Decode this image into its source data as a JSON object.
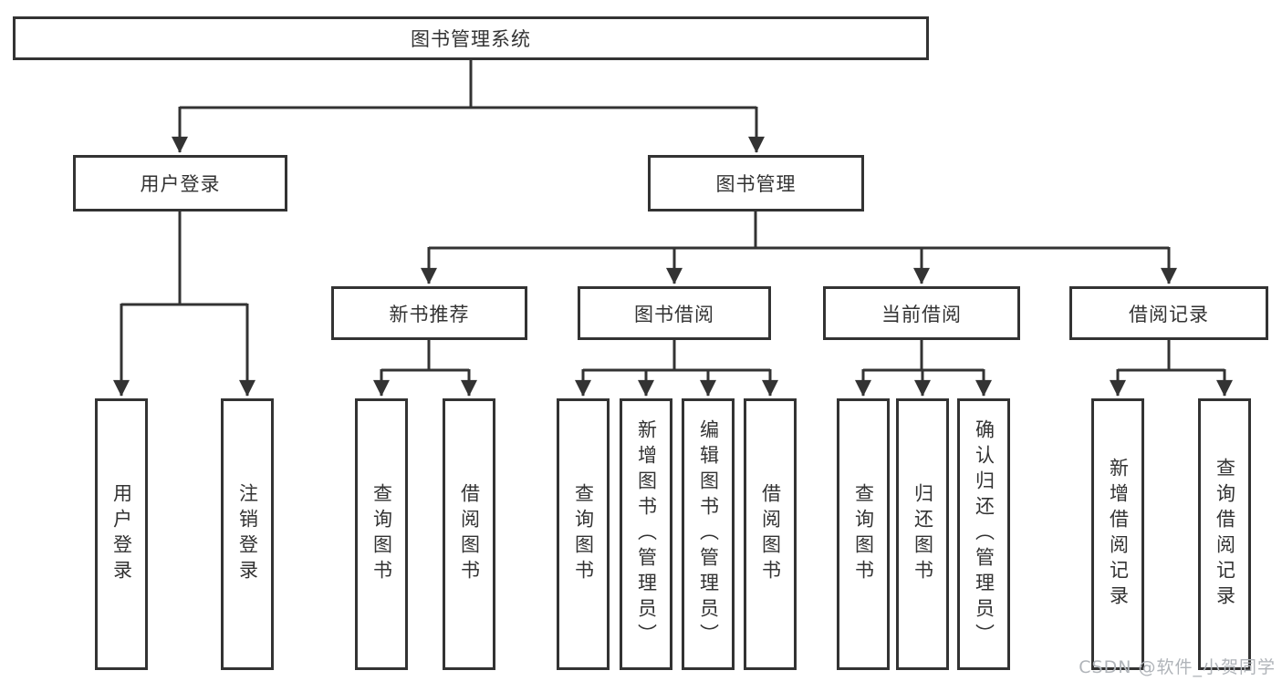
{
  "root": {
    "label": "图书管理系统"
  },
  "level2": [
    {
      "label": "用户登录",
      "children": [
        {
          "label": "用户登录"
        },
        {
          "label": "注销登录"
        }
      ]
    },
    {
      "label": "图书管理",
      "children": [
        {
          "label": "新书推荐",
          "children": [
            {
              "label": "查询图书"
            },
            {
              "label": "借阅图书"
            }
          ]
        },
        {
          "label": "图书借阅",
          "children": [
            {
              "label": "查询图书"
            },
            {
              "label": "新增图书（管理员）"
            },
            {
              "label": "编辑图书（管理员）"
            },
            {
              "label": "借阅图书"
            }
          ]
        },
        {
          "label": "当前借阅",
          "children": [
            {
              "label": "查询图书"
            },
            {
              "label": "归还图书"
            },
            {
              "label": "确认归还（管理员）"
            }
          ]
        },
        {
          "label": "借阅记录",
          "children": [
            {
              "label": "新增借阅记录"
            },
            {
              "label": "查询借阅记录"
            }
          ]
        }
      ]
    }
  ],
  "watermark": "CSDN @软件_小贺同学",
  "colors": {
    "line": "#333333",
    "text": "#333333",
    "background": "#ffffff",
    "watermark": "#b0b4b9"
  }
}
